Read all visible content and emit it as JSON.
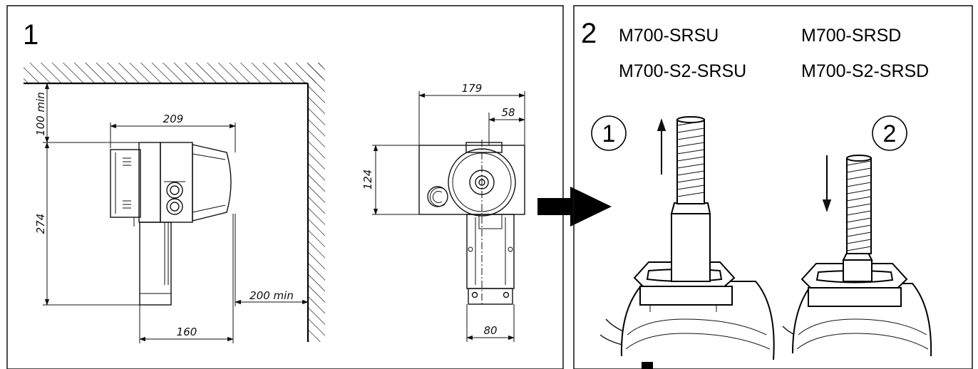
{
  "panel1": {
    "number": "1",
    "side_view": {
      "dim_ceiling_clearance": "100 min",
      "dim_width": "209",
      "dim_height": "274",
      "dim_wall_clearance": "200 min",
      "dim_depth": "160"
    },
    "front_view": {
      "dim_width": "179",
      "dim_offset": "58",
      "dim_height": "124",
      "dim_bottom_width": "80"
    }
  },
  "panel2": {
    "number": "2",
    "models": [
      "M700-SRSU",
      "M700-SRSD",
      "M700-S2-SRSU",
      "M700-S2-SRSD"
    ],
    "steps": [
      "1",
      "2"
    ]
  }
}
